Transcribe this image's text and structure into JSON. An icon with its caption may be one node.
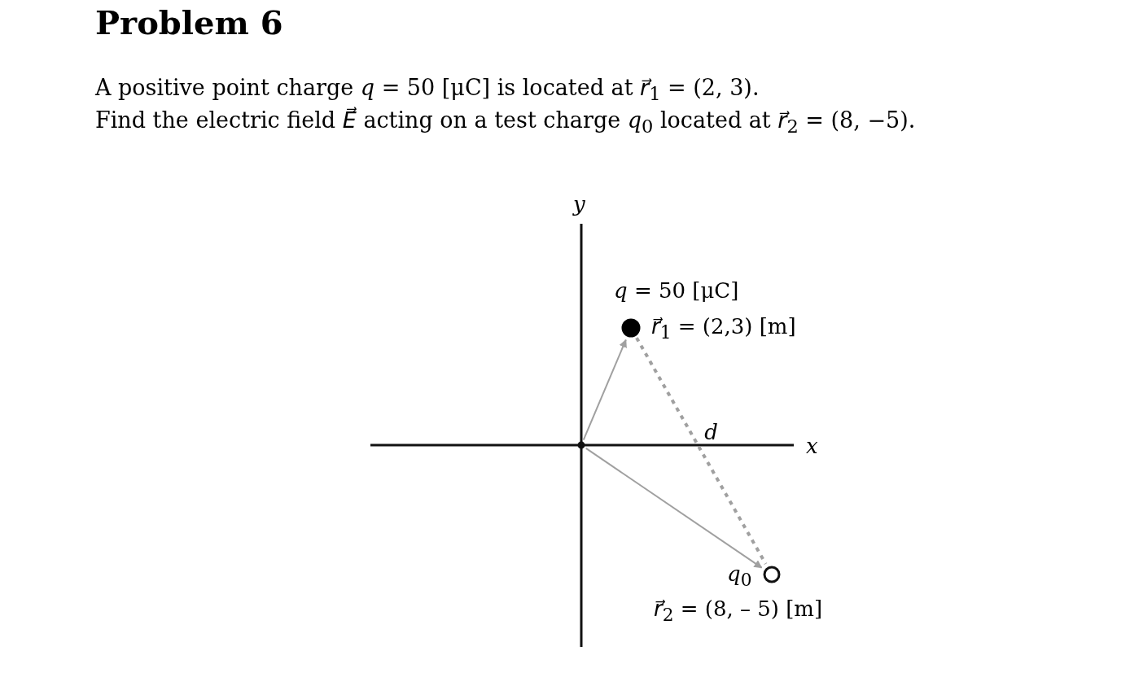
{
  "diagram": {
    "title": "Problem 6",
    "nodes": [
      {
        "text": [],
        "shape": "point"
      },
      {
        "text": [],
        "shape": "circle",
        "beside": [
          "*q* = 50 [μC]",
          "*r⃗*$_{1}$ = (2,3) [m]"
        ]
      },
      {
        "text": [],
        "shape": "circle",
        "beside": [
          "*q*$_{0}$",
          "*r⃗*$_{2}$ = (8, – 5) [m]"
        ]
      }
    ],
    "edges": [
      {
        "from": 0,
        "to": 1,
        "arrow": "to"
      },
      {
        "from": 0,
        "to": 2,
        "arrow": "to"
      },
      {
        "from": 1,
        "to": 2,
        "arrow": "none",
        "style": "dashed",
        "label": "*d*"
      }
    ],
    "labels": [
      "A positive point charge *q* = 50 [μC] is located at *r⃗*$_{1}$ = (2, 3).",
      "Find the electric field *E⃗* acting on a test charge *q*$_{0}$ located at *r⃗*$_{2}$ = (8, −5).",
      "*y*",
      "*x*"
    ]
  }
}
